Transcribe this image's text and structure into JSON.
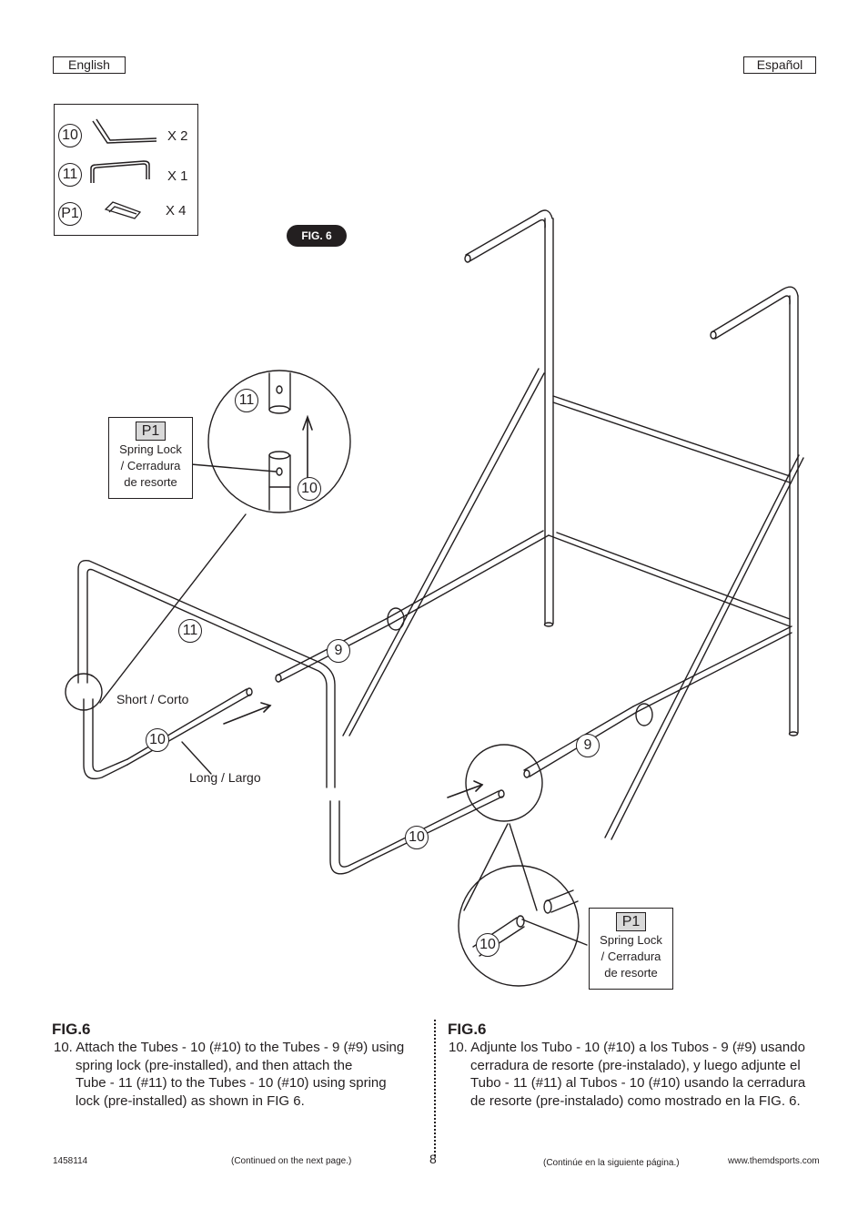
{
  "header": {
    "lang_left": "English",
    "lang_right": "Español"
  },
  "parts": [
    {
      "id": "10",
      "qty": "X 2",
      "icon": "tube-10-icon"
    },
    {
      "id": "11",
      "qty": "X 1",
      "icon": "tube-11-icon"
    },
    {
      "id": "P1",
      "qty": "X 4",
      "icon": "spring-lock-icon"
    }
  ],
  "figure": {
    "badge": "FIG. 6",
    "callout_top": {
      "part": "P1",
      "line1": "Spring Lock",
      "line2": "/ Cerradura",
      "line3": "de resorte"
    },
    "callout_bottom": {
      "part": "P1",
      "line1": "Spring Lock",
      "line2": "/ Cerradura",
      "line3": "de resorte"
    },
    "labels": {
      "short": "Short / Corto",
      "long": "Long / Largo"
    },
    "numbers": {
      "n11_zoom": "11",
      "n10_zoom": "10",
      "n11_frame": "11",
      "n9_left": "9",
      "n10_left": "10",
      "n10_mid": "10",
      "n9_right": "9",
      "n10_zoom2": "10"
    }
  },
  "english": {
    "title": "FIG.6",
    "line1": "10. Attach the Tubes - 10 (#10) to the Tubes - 9 (#9) using",
    "line2": "spring lock (pre-installed), and then attach the",
    "line3": "Tube - 11 (#11) to the Tubes - 10 (#10) using spring",
    "line4": "lock (pre-installed) as shown in FIG 6."
  },
  "spanish": {
    "title": "FIG.6",
    "line1": "10. Adjunte los Tubo - 10 (#10) a los Tubos - 9 (#9) usando",
    "line2": "cerradura de resorte (pre-instalado), y luego adjunte el",
    "line3": "Tubo - 11 (#11) al Tubos - 10 (#10) usando la cerradura",
    "line4": "de resorte (pre-instalado) como mostrado en la FIG. 6."
  },
  "footer": {
    "code": "1458114",
    "continued_en": "(Continued on the next page.)",
    "page": "8",
    "continued_es": "(Continúe en la siguiente página.)",
    "url": "www.themdsports.com"
  }
}
